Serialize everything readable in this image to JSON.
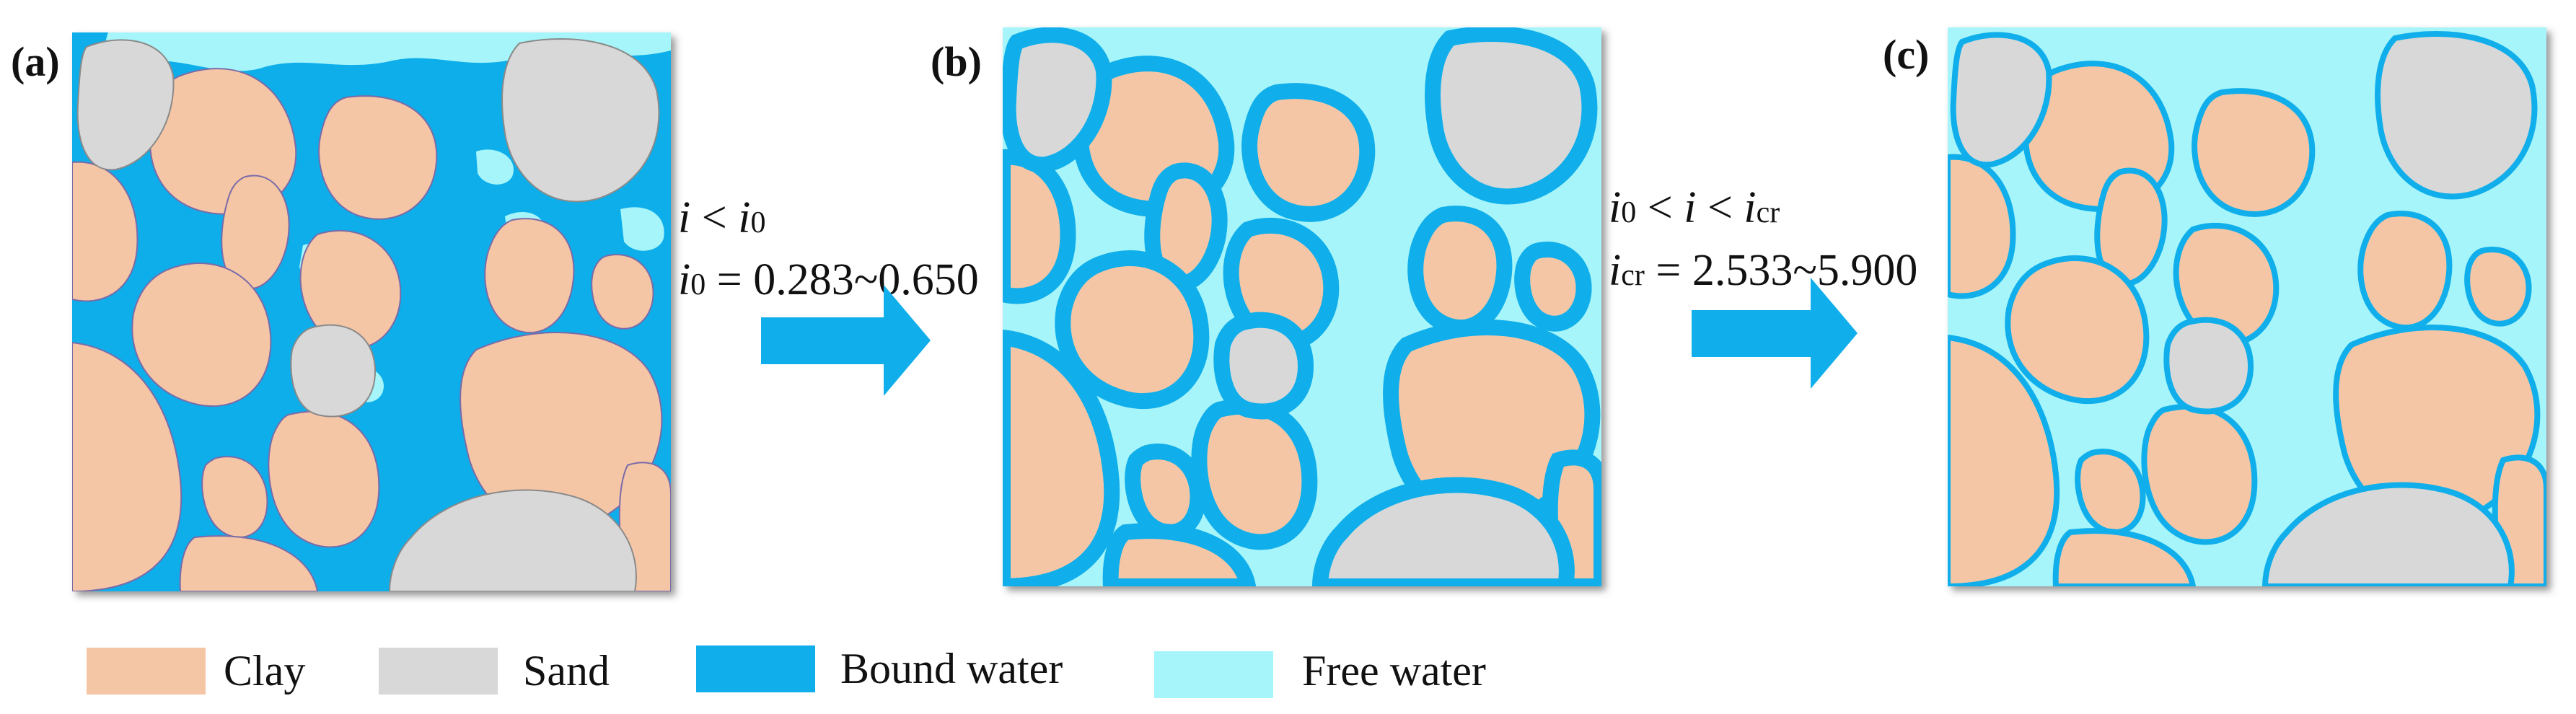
{
  "panels": [
    {
      "label": "(a)"
    },
    {
      "label": "(b)"
    },
    {
      "label": "(c)"
    }
  ],
  "transitions": [
    {
      "line1": {
        "var": "i",
        "op": " < ",
        "sym": "i",
        "sub": "0"
      },
      "line2": {
        "sym": "i",
        "sub": "0",
        "value": " = 0.283~0.650"
      }
    },
    {
      "line1": {
        "sym_a": "i",
        "sub_a": "0",
        "op1": " < ",
        "var": "i",
        "op2": " < ",
        "sym_b": "i",
        "sub_b": "cr"
      },
      "line2": {
        "sym": "i",
        "sub": "cr",
        "value": " = 2.533~5.900"
      }
    }
  ],
  "legend": [
    {
      "label": "Clay",
      "color": "#F5C6A6"
    },
    {
      "label": "Sand",
      "color": "#D8D8D8"
    },
    {
      "label": "Bound water",
      "color": "#10AEEA"
    },
    {
      "label": "Free water",
      "color": "#A6F5FA"
    }
  ],
  "colors": {
    "clay": "#F5C6A6",
    "sand": "#D8D8D8",
    "bound_water": "#10AEEA",
    "free_water": "#A6F5FA",
    "arrow": "#10AEEA"
  }
}
